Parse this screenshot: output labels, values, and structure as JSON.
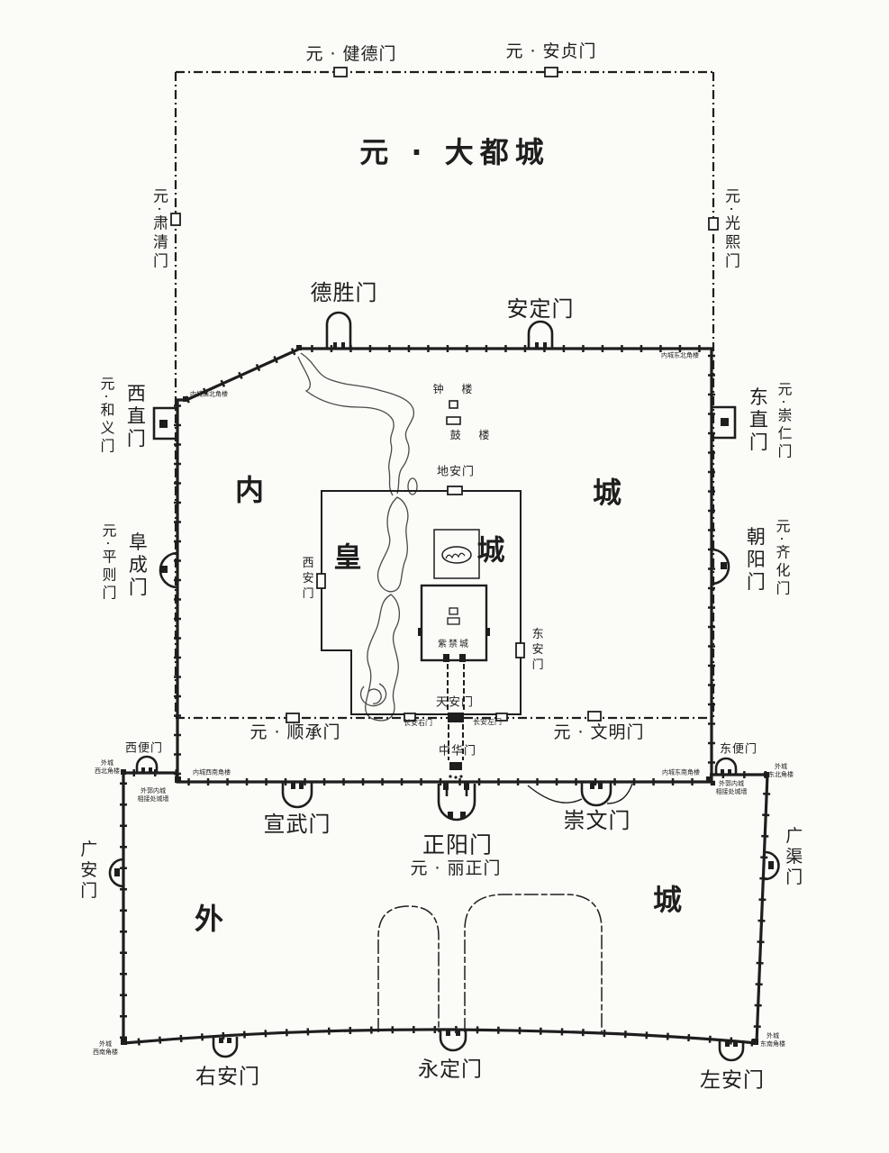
{
  "colors": {
    "ink": "#1e1e1e",
    "paper": "#fbfbf8"
  },
  "map": {
    "yuan_dadu": {
      "city_label": "元 · 大都城",
      "gate_jiande": "元 · 健德门",
      "gate_anzhen": "元 · 安贞门",
      "gate_suqing": "元·肃清门",
      "gate_guangxi": "元·光熙门",
      "gate_shuncheng": "元 · 顺承门",
      "gate_wenming": "元 · 文明门"
    },
    "inner_city": {
      "label_west": "内",
      "label_east": "城",
      "gate_desheng": "德胜门",
      "gate_anding": "安定门",
      "gate_xizhi": "西直门",
      "gate_xizhi_yuan": "元·和义门",
      "gate_dongzhi": "东直门",
      "gate_dongzhi_yuan": "元·崇仁门",
      "gate_fucheng": "阜成门",
      "gate_fucheng_yuan": "元·平则门",
      "gate_chaoyang": "朝阳门",
      "gate_chaoyang_yuan": "元·齐化门",
      "gate_xuanwu": "宣武门",
      "gate_zhengyang": "正阳门",
      "gate_zhengyang_yuan": "元 · 丽正门",
      "gate_chongwen": "崇文门",
      "corner_nw": "内城西北角楼",
      "corner_ne": "内城东北角楼",
      "corner_sw": "内城西南角楼",
      "corner_se": "内城东南角楼"
    },
    "imperial_city": {
      "label_west": "皇",
      "label_east": "城",
      "gate_dian": "地安门",
      "gate_xian": "西安门",
      "gate_dongan": "东安门",
      "gate_tianan": "天安门",
      "gate_changan_you": "长安右门",
      "gate_changan_zuo": "长安左门",
      "gate_zhonghua": "中华门"
    },
    "forbidden_city": {
      "label": "紫禁城"
    },
    "landmarks": {
      "bell_tower": "钟 楼",
      "drum_tower": "鼓 楼"
    },
    "outer_city": {
      "label_west": "外",
      "label_east": "城",
      "gate_xibian": "西便门",
      "gate_dongbian": "东便门",
      "gate_guangan": "广安门",
      "gate_guangqu": "广渠门",
      "gate_youan": "右安门",
      "gate_yongding": "永定门",
      "gate_zuoan": "左安门",
      "corner_nw": "外城\n西北角楼",
      "corner_ne": "外城\n东北角楼",
      "corner_sw": "外城\n西南角楼",
      "corner_se": "外城\n东南角楼",
      "junction_west": "外郭内城\n相接处城墙",
      "junction_east": "外郭内城\n相接处城墙"
    }
  }
}
